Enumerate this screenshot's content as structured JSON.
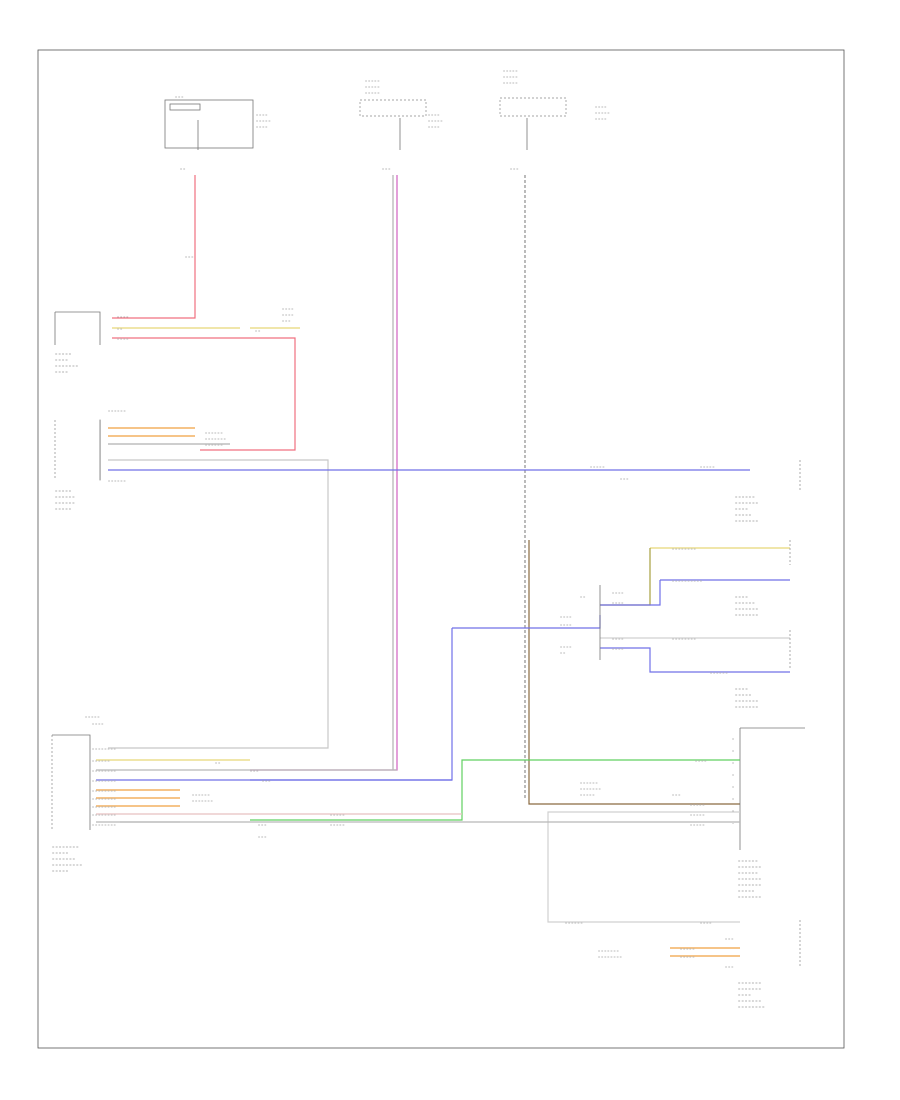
{
  "diagram": {
    "footer_label": "",
    "colors": {
      "frame": "#555555",
      "red_wire": "#f07080",
      "pink_wire": "#d060c0",
      "blue_wire": "#7070e8",
      "black_wire": "#333333",
      "green_wire": "#60d060",
      "yellow_wire": "#e8d878",
      "white_wire": "#c8c8c8",
      "brown_wire": "#8a6a40"
    },
    "components": [
      {
        "id": "fuse-box-left",
        "label": ""
      },
      {
        "id": "fuse-box-center",
        "label": ""
      },
      {
        "id": "fuse-box-right",
        "label": ""
      },
      {
        "id": "brake-light-switch",
        "label": ""
      },
      {
        "id": "engine-control-module",
        "label": ""
      },
      {
        "id": "transmission-control-module",
        "label": ""
      },
      {
        "id": "shift-lock-solenoid",
        "label": ""
      },
      {
        "id": "selector-lever-module",
        "label": ""
      },
      {
        "id": "transmission-range-switch",
        "label": ""
      }
    ]
  }
}
